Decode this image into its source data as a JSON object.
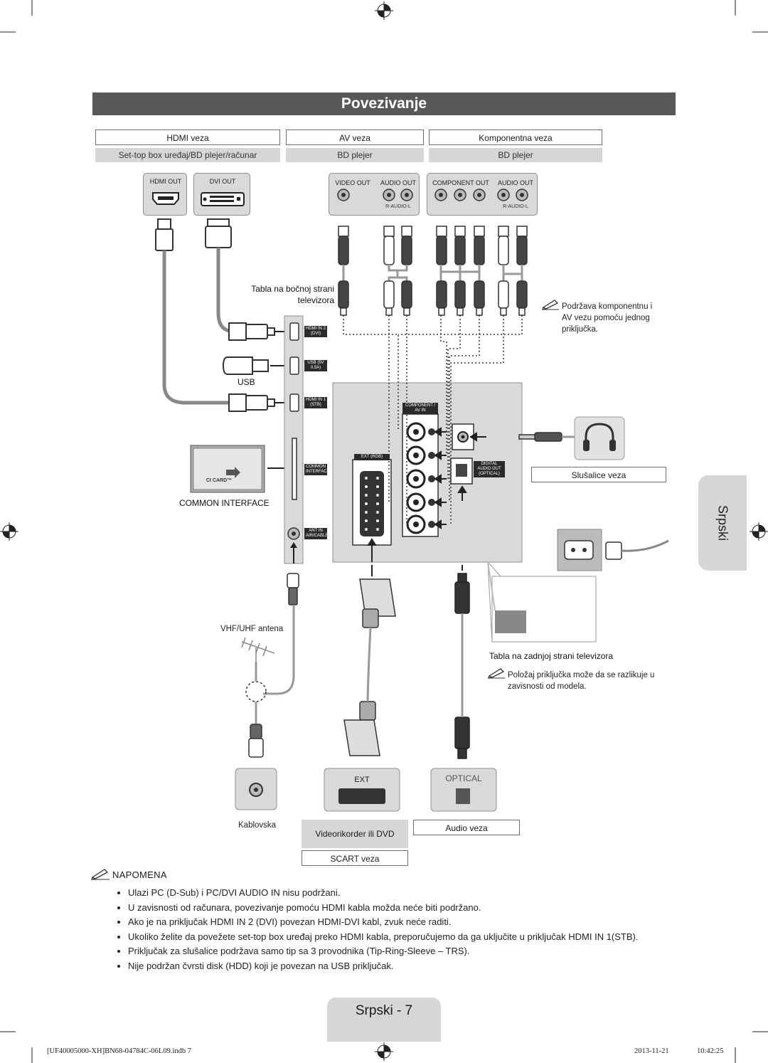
{
  "page": {
    "title": "Povezivanje",
    "side_tab": "Srpski",
    "footer_tab": "Srpski - 7",
    "print_file": "[UF40005000-XH]BN68-04784C-06L09.indb   7",
    "print_date": "2013-11-21",
    "print_time": "10:42:25"
  },
  "sections": {
    "hdmi": {
      "title": "HDMI veza",
      "sub": "Set-top box uređaj/BD plejer/računar"
    },
    "av": {
      "title": "AV veza",
      "sub": "BD plejer"
    },
    "component": {
      "title": "Komponentna veza",
      "sub": "BD plejer"
    },
    "headphones": {
      "title": "Slušalice veza"
    },
    "audio": {
      "title": "Audio veza"
    },
    "scart": {
      "title": "SCART veza",
      "sub": "Videorikorder ili DVD"
    }
  },
  "ports": {
    "hdmi_out": "HDMI OUT",
    "dvi_out": "DVI OUT",
    "video_out": "VIDEO OUT",
    "audio_out": "AUDIO OUT",
    "component_out": "COMPONENT OUT",
    "r_audio_l": "R-AUDIO-L",
    "hdmi_in2": "HDMI IN 2 (DVI)",
    "usb": "USB (5V 0.5A)",
    "hdmi_in1": "HDMI IN 1 (STB)",
    "common_interface": "COMMON INTERFACE",
    "ant_in": "ANT IN AIR/CABLE",
    "component_av_in": "COMPONENT / AV IN",
    "ext_rgb": "EXT (RGB)",
    "digital_audio_out": "DIGITAL AUDIO OUT (OPTICAL)",
    "ext": "EXT",
    "optical": "OPTICAL",
    "ci_card": "CI CARD™"
  },
  "labels": {
    "side_panel": "Tabla na bočnoj strani televizora",
    "usb": "USB",
    "common_interface": "COMMON INTERFACE",
    "vhf_uhf": "VHF/UHF antena",
    "kablovska": "Kablovska",
    "back_panel": "Tabla na zadnjoj strani televizora",
    "component_note": "Podržava komponentnu i AV vezu pomoću jednog priključka.",
    "position_note": "Položaj priključka može da se razlikuje u zavisnosti od modela."
  },
  "notes": {
    "heading": "NAPOMENA",
    "items": [
      "Ulazi PC (D-Sub) i PC/DVI AUDIO IN nisu podržani.",
      "U zavisnosti od računara, povezivanje pomoću HDMI kabla možda neće biti podržano.",
      "Ako je na priključak HDMI IN 2 (DVI) povezan HDMI-DVI kabl, zvuk neće raditi.",
      "Ukoliko želite da povežete set-top box uređaj preko HDMI kabla, preporučujemo da ga uključite u priključak HDMI IN 1(STB).",
      "Priključak za slušalice podržava samo tip sa 3 provodnika (Tip-Ring-Sleeve – TRS).",
      "Nije podržan čvrsti disk (HDD) koji je povezan na USB priključak."
    ]
  },
  "colors": {
    "title_bar": "#58585a",
    "panel": "#d9d9d9",
    "tab": "#d6d6d6"
  }
}
